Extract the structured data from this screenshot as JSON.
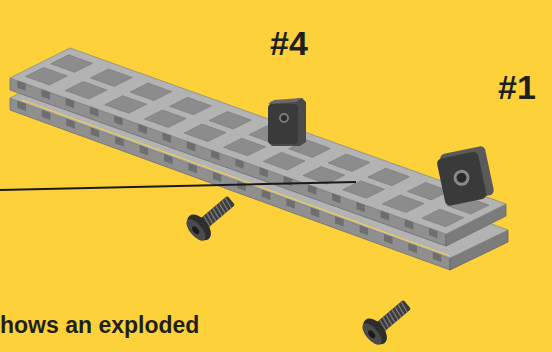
{
  "diagram": {
    "labels": [
      "#4",
      "#1",
      "hows an exploded"
    ]
  }
}
